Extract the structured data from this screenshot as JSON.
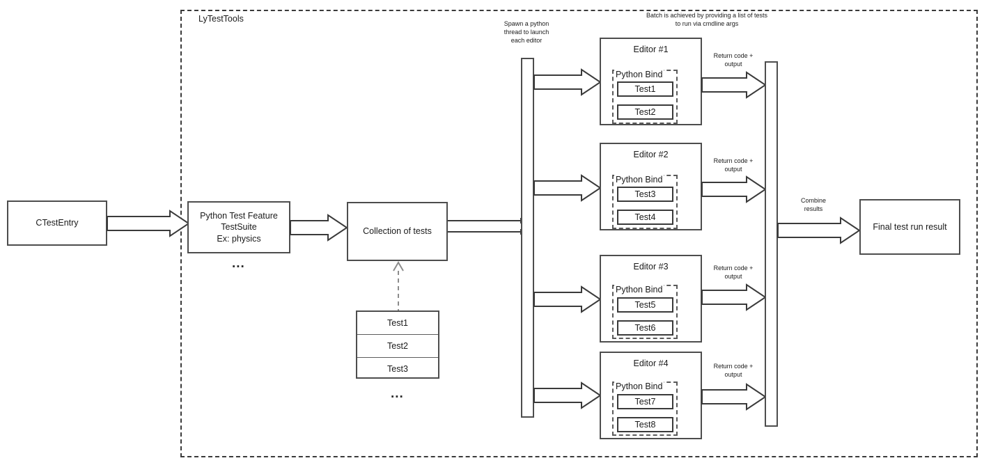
{
  "diagram": {
    "title": "LyTestTools",
    "container_label": "LyTestTools",
    "annotations": {
      "spawn_thread": "Spawn a python\nthread to launch\neach editor",
      "batch": "Batch is achieved by providing a list of tests\nto run via cmdline args",
      "combine_results": "Combine\nresults",
      "return_code": "Return code +\noutput"
    },
    "entry_box": {
      "label": "CTestEntry"
    },
    "feature_box": {
      "label": "Python Test Feature\nTestSuite\nEx: physics",
      "ellipsis": "..."
    },
    "collection_box": {
      "label": "Collection of tests"
    },
    "test_stack": {
      "items": [
        "Test1",
        "Test2",
        "Test3"
      ],
      "ellipsis": "..."
    },
    "final_box": {
      "label": "Final test run result"
    },
    "python_bind_label": "Python Bind",
    "editors": [
      {
        "title": "Editor #1",
        "bind_label": "Python Bind",
        "tests": [
          "Test1",
          "Test2"
        ],
        "return_label": "Return code +\noutput"
      },
      {
        "title": "Editor #2",
        "bind_label": "Python Bind",
        "tests": [
          "Test3",
          "Test4"
        ],
        "return_label": "Return code +\noutput"
      },
      {
        "title": "Editor #3",
        "bind_label": "Python Bind",
        "tests": [
          "Test5",
          "Test6"
        ],
        "return_label": "Return code +\noutput"
      },
      {
        "title": "Editor #4",
        "bind_label": "Python Bind",
        "tests": [
          "Test7",
          "Test8"
        ],
        "return_label": "Return code +\noutput"
      }
    ],
    "colors": {
      "stroke": "#4d4d4d",
      "arrow_stroke": "#3a3a3a",
      "dashed": "#3a3a3a",
      "text": "#1a1a1a",
      "background": "#ffffff",
      "dashed_inner": "#5a5a5a"
    }
  }
}
